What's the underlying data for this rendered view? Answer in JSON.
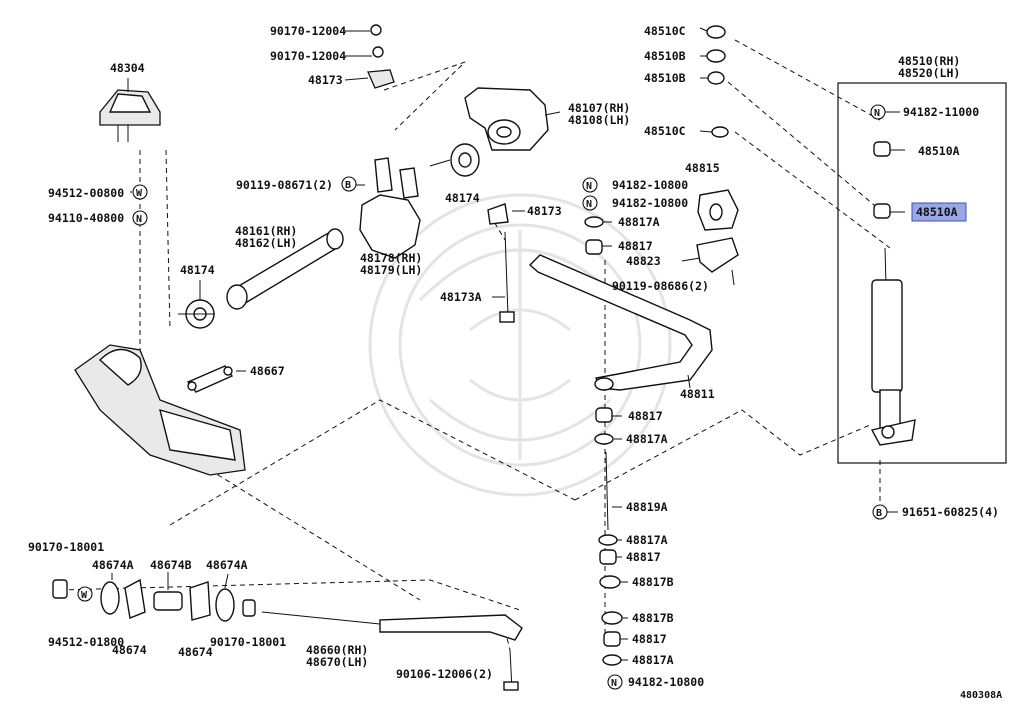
{
  "diagram_code": "480308A",
  "highlighted_label": "48510A",
  "labels": {
    "l_90170_12004_a": "90170-12004",
    "l_90170_12004_b": "90170-12004",
    "l_48173_top": "48173",
    "l_48304": "48304",
    "l_94512_00800": "94512-00800",
    "l_94110_40800": "94110-40800",
    "l_90119_08671": "90119-08671(2)",
    "l_48161": "48161(RH)",
    "l_48162": "48162(LH)",
    "l_48174_left": "48174",
    "l_48667": "48667",
    "l_48107": "48107(RH)",
    "l_48108": "48108(LH)",
    "l_48174_mid": "48174",
    "l_48173_mid": "48173",
    "l_48178": "48178(RH)",
    "l_48179": "48179(LH)",
    "l_48173A": "48173A",
    "l_48510C_top": "48510C",
    "l_48510B_1": "48510B",
    "l_48510B_2": "48510B",
    "l_48510C_mid": "48510C",
    "l_48510_rh": "48510(RH)",
    "l_48520_lh": "48520(LH)",
    "l_94182_11000": "94182-11000",
    "l_48510A_1": "48510A",
    "l_48510A_2": "48510A",
    "l_48815": "48815",
    "l_94182_10800_a": "94182-10800",
    "l_94182_10800_b": "94182-10800",
    "l_48817A_1": "48817A",
    "l_48817_1": "48817",
    "l_48823": "48823",
    "l_90119_08686": "90119-08686(2)",
    "l_48811": "48811",
    "l_48817_2": "48817",
    "l_48817A_2": "48817A",
    "l_48819A": "48819A",
    "l_48817A_3": "48817A",
    "l_48817_3": "48817",
    "l_48817B_1": "48817B",
    "l_48817B_2": "48817B",
    "l_48817_4": "48817",
    "l_48817A_4": "48817A",
    "l_94182_10800_c": "94182-10800",
    "l_91651_60825": "91651-60825(4)",
    "l_90170_18001_a": "90170-18001",
    "l_48674A_1": "48674A",
    "l_48674B": "48674B",
    "l_48674A_2": "48674A",
    "l_94512_01800": "94512-01800",
    "l_48674_1": "48674",
    "l_48674_2": "48674",
    "l_90170_18001_b": "90170-18001",
    "l_48660": "48660(RH)",
    "l_48670": "48670(LH)",
    "l_90106_12006": "90106-12006(2)"
  },
  "symbols": {
    "b": "B",
    "w": "W",
    "n": "N"
  },
  "colors": {
    "highlight": "#9aa7e6",
    "ink": "#111111"
  }
}
